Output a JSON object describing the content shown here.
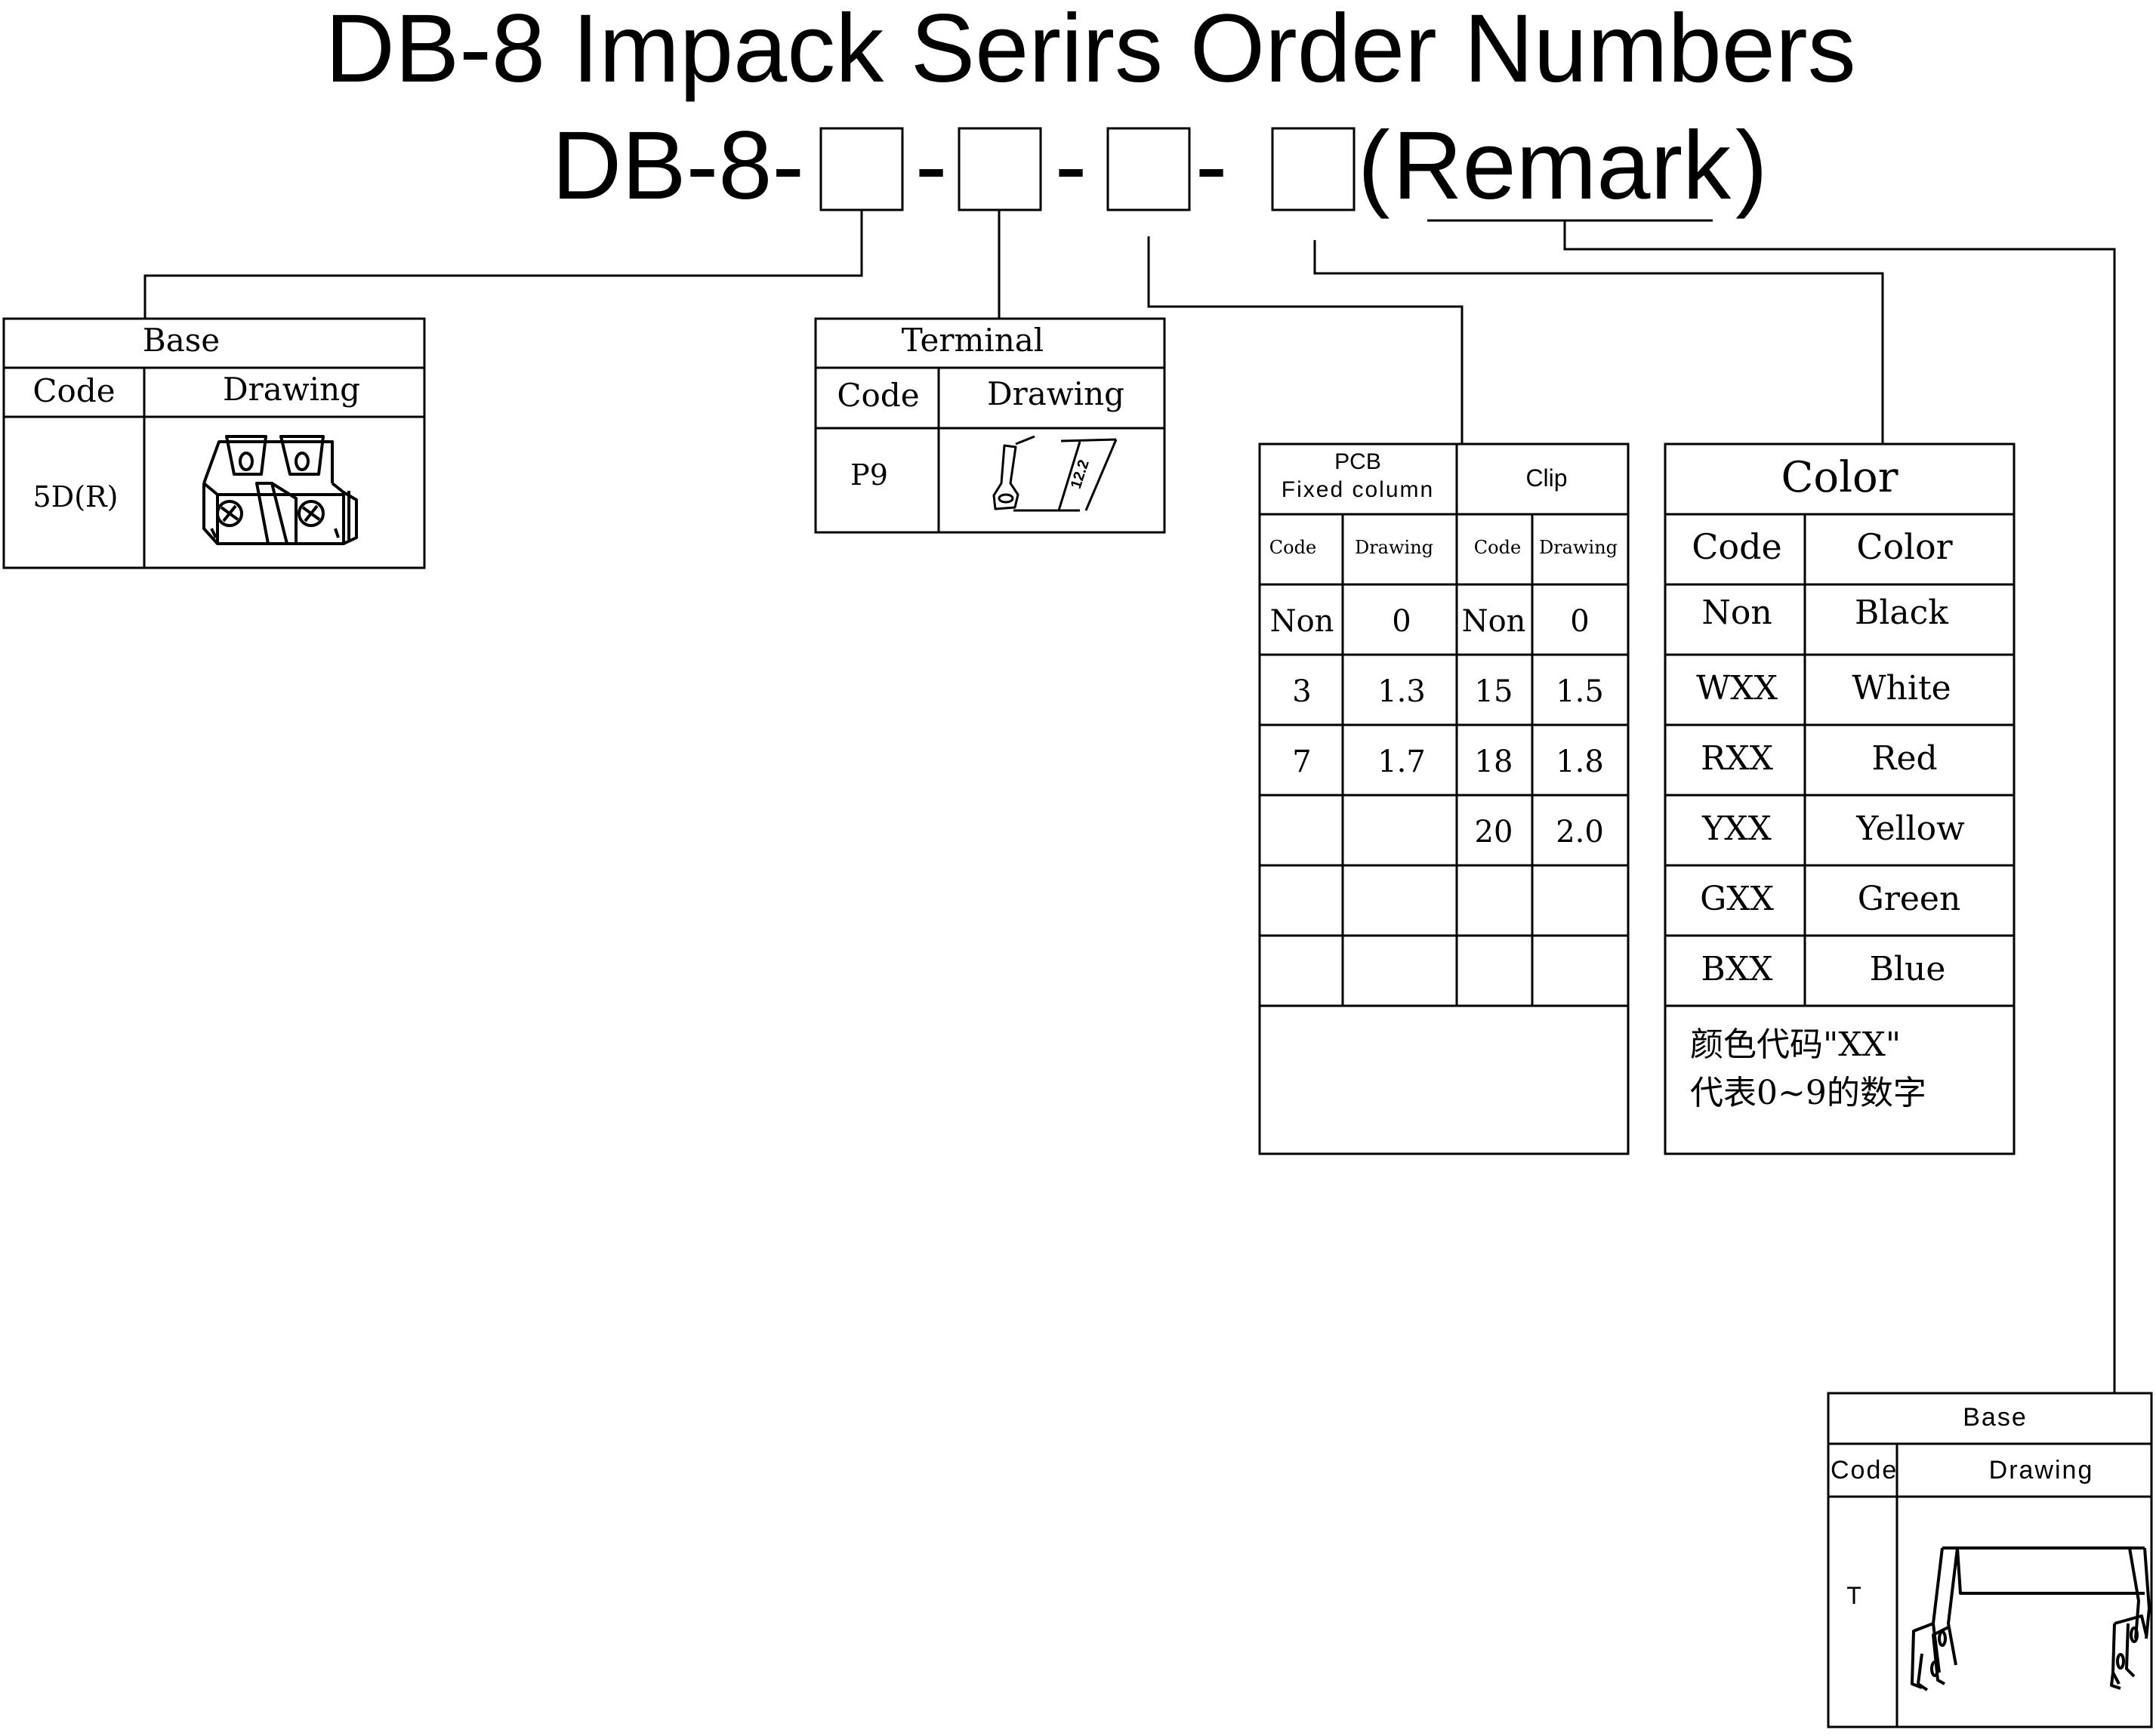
{
  "title": "DB-8 Impack Serirs Order Numbers",
  "formula": {
    "prefix": "DB-8-",
    "separator": "-",
    "remark_open": "(",
    "remark": "Remark",
    "remark_close": ")"
  },
  "base_table": {
    "title": "Base",
    "headers": [
      "Code",
      "Drawing"
    ],
    "rows": [
      {
        "code": "5D(R)",
        "drawing": "socket-base-drawing"
      }
    ]
  },
  "terminal_table": {
    "title": "Terminal",
    "headers": [
      "Code",
      "Drawing"
    ],
    "rows": [
      {
        "code": "P9",
        "drawing": "terminal-lug-drawing"
      }
    ],
    "dimension": "12.2"
  },
  "pcb_clip_table": {
    "groups": [
      {
        "title_lines": [
          "PCB",
          "Fixed column"
        ]
      },
      {
        "title_lines": [
          "Clip"
        ]
      }
    ],
    "headers": [
      "Code",
      "Drawing",
      "Code",
      "Drawing"
    ],
    "rows": [
      [
        "Non",
        "0",
        "Non",
        "0"
      ],
      [
        "3",
        "1.3",
        "15",
        "1.5"
      ],
      [
        "7",
        "1.7",
        "18",
        "1.8"
      ],
      [
        "",
        "",
        "20",
        "2.0"
      ],
      [
        "",
        "",
        "",
        ""
      ],
      [
        "",
        "",
        "",
        ""
      ]
    ]
  },
  "color_table": {
    "title": "Color",
    "headers": [
      "Code",
      "Color"
    ],
    "rows": [
      [
        "Non",
        "Black"
      ],
      [
        "WXX",
        "White"
      ],
      [
        "RXX",
        "Red"
      ],
      [
        "YXX",
        "Yellow"
      ],
      [
        "GXX",
        "Green"
      ],
      [
        "BXX",
        "Blue"
      ]
    ],
    "note_lines": [
      "颜色代码\"XX\"",
      "代表0~9的数字"
    ]
  },
  "remark_table": {
    "title": "Base",
    "headers": [
      "Code",
      "Drawing"
    ],
    "rows": [
      {
        "code": "T",
        "drawing": "mounting-bracket-drawing"
      }
    ]
  }
}
